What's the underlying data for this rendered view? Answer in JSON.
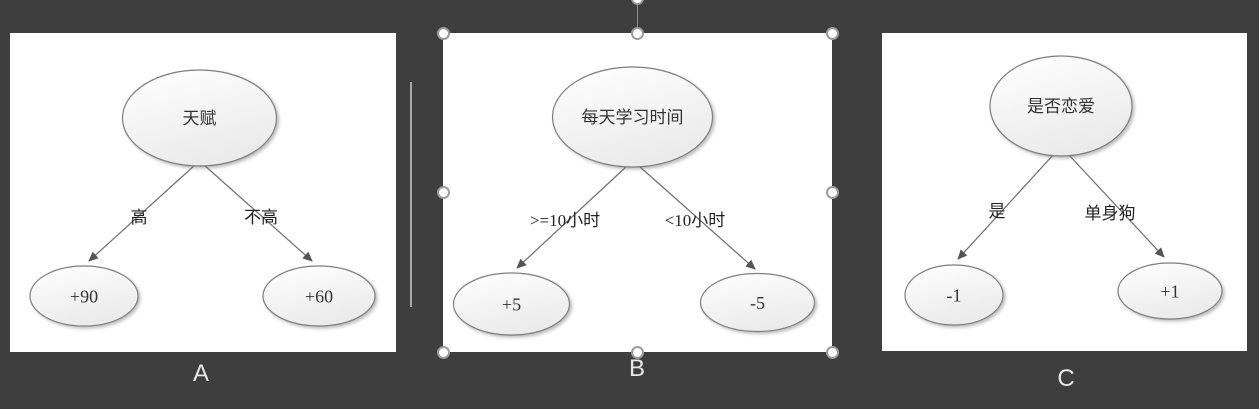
{
  "canvas": {
    "background_color": "#3e3e3e",
    "card_color": "#ffffff",
    "node_border_color": "#7f7f7f",
    "edge_color": "#6e6e6e",
    "handle_border_color": "#9b9b9b",
    "letter_color": "#e8e8e8"
  },
  "panels": [
    {
      "letter": "A",
      "selected": false,
      "root_label": "天赋",
      "edge_labels": [
        "高",
        "不高"
      ],
      "leaf_values": [
        "+90",
        "+60"
      ]
    },
    {
      "letter": "B",
      "selected": true,
      "root_label": "每天学习时间",
      "edge_labels": [
        ">=10小时",
        "<10小时"
      ],
      "leaf_values": [
        "+5",
        "-5"
      ]
    },
    {
      "letter": "C",
      "selected": false,
      "root_label": "是否恋爱",
      "edge_labels": [
        "是",
        "单身狗"
      ],
      "leaf_values": [
        "-1",
        "+1"
      ]
    }
  ]
}
